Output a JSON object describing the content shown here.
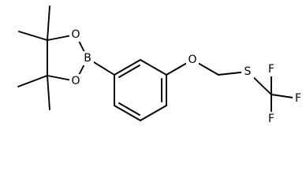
{
  "molecule": {
    "atom_labels": {
      "o_ring_top": "O",
      "o_ring_bottom": "O",
      "boron": "B",
      "o_ether": "O",
      "sulfur": "S",
      "f_top": "F",
      "f_right": "F",
      "f_bottom": "F"
    },
    "colors": {
      "bond": "#000000",
      "label": "#000000",
      "background": "#ffffff"
    }
  }
}
